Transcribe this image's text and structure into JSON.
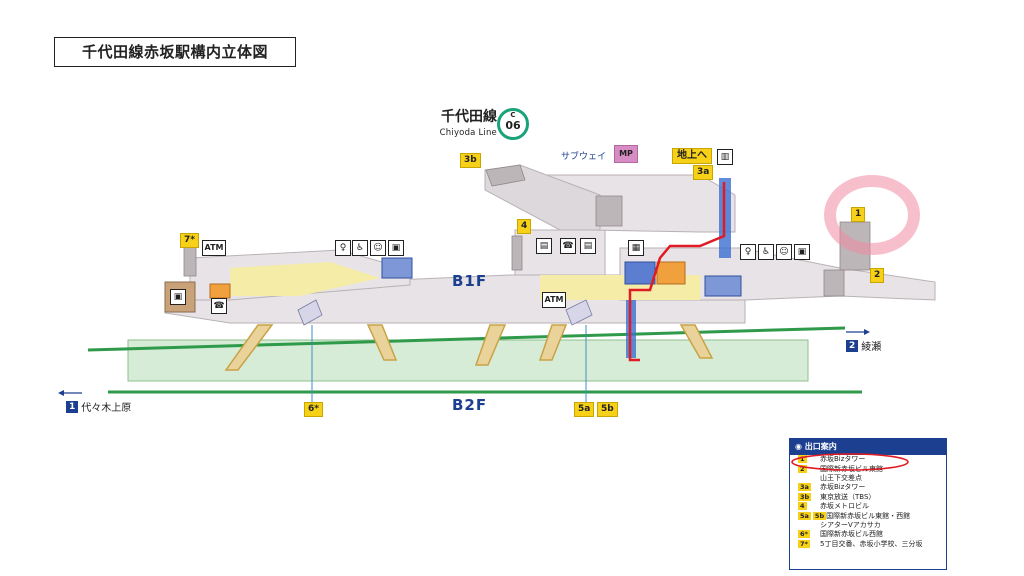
{
  "title": "千代田線赤坂駅構内立体図",
  "line": {
    "name_ja": "千代田線",
    "name_en": "Chiyoda Line",
    "badge_letter": "C",
    "badge_number": "06",
    "color": "#1aa37a"
  },
  "floors": {
    "upper": "B1F",
    "lower": "B2F"
  },
  "directions": {
    "right": {
      "num": "2",
      "label": "綾瀬"
    },
    "left": {
      "num": "1",
      "label": "代々木上原"
    }
  },
  "labels": {
    "subway": "サブウェイ",
    "mp": "MP",
    "to_ground": "地上へ",
    "atm": "ATM"
  },
  "exits": {
    "e3b": "3b",
    "e3a": "3a",
    "e1": "1",
    "e2": "2",
    "e4": "4",
    "e7": "7*",
    "e6": "6*",
    "e5a": "5a",
    "e5b": "5b"
  },
  "legend": {
    "header": "出口案内",
    "rows": [
      {
        "keys": [
          "1"
        ],
        "text": "赤坂Bizタワー"
      },
      {
        "keys": [
          "2"
        ],
        "text": "国際新赤坂ビル東館"
      },
      {
        "keys": [],
        "text": "山王下交差点"
      },
      {
        "keys": [
          "3a"
        ],
        "text": "赤坂Bizタワー"
      },
      {
        "keys": [
          "3b"
        ],
        "text": "東京放送（TBS）"
      },
      {
        "keys": [
          "4"
        ],
        "text": "赤坂メトロビル"
      },
      {
        "keys": [
          "5a",
          "5b"
        ],
        "text": "国際新赤坂ビル東館・西館"
      },
      {
        "keys": [],
        "text": "シアターVアカサカ"
      },
      {
        "keys": [
          "6*"
        ],
        "text": "国際新赤坂ビル西館"
      },
      {
        "keys": [
          "7*"
        ],
        "text": "5丁目交番、赤坂小学校、三分坂"
      }
    ]
  },
  "colors": {
    "platform": "#d6ecd6",
    "track": "#2e9a4a",
    "concourse": "#e7e3e6",
    "highlight": "#f7d117",
    "navy": "#1d3f8f",
    "marker": "#e01b24",
    "elevator": "#3b6fd0"
  }
}
